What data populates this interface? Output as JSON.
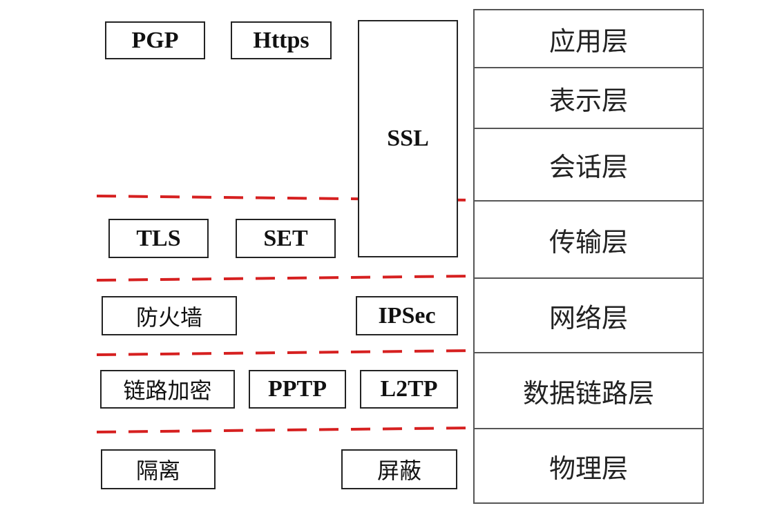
{
  "layers": [
    {
      "label": "应用层"
    },
    {
      "label": "表示层"
    },
    {
      "label": "会话层"
    },
    {
      "label": "传输层"
    },
    {
      "label": "网络层"
    },
    {
      "label": "数据链路层"
    },
    {
      "label": "物理层"
    }
  ],
  "protocols": {
    "pgp": "PGP",
    "https": "Https",
    "ssl": "SSL",
    "tls": "TLS",
    "set": "SET",
    "firewall": "防火墙",
    "ipsec": "IPSec",
    "link_encryption": "链路加密",
    "pptp": "PPTP",
    "l2tp": "L2TP",
    "isolation": "隔离",
    "shielding": "屏蔽"
  },
  "colors": {
    "divider": "#d62020",
    "border": "#222222"
  }
}
